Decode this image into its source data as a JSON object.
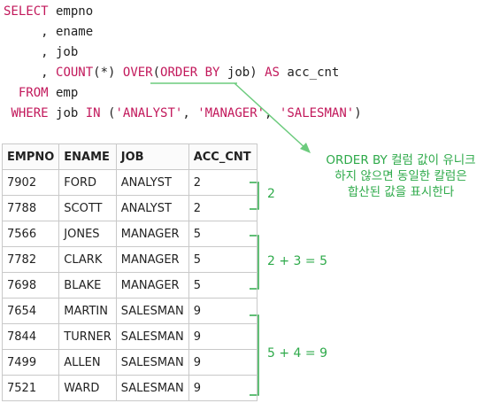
{
  "sql": {
    "line1": {
      "kw": "SELECT",
      "text": " empno"
    },
    "line2": {
      "text": "     , ename"
    },
    "line3": {
      "text": "     , job"
    },
    "line4": {
      "pre": "     , ",
      "fn": "COUNT",
      "args": "(*) ",
      "over": "OVER",
      "p1": "(",
      "orderby": "ORDER BY",
      "col": " job) ",
      "as": "AS",
      "alias": " acc_cnt"
    },
    "line5": {
      "pre": "  ",
      "kw": "FROM",
      "text": " emp"
    },
    "line6": {
      "pre": " ",
      "kw": "WHERE",
      "text": " job ",
      "in": "IN",
      "p1": " (",
      "s1": "'ANALYST'",
      "c1": ", ",
      "s2": "'MANAGER'",
      "c2": ", ",
      "s3": "'SALESMAN'",
      "p2": ")"
    }
  },
  "annotation": {
    "lines": [
      "ORDER BY 컬럼 값이 유니크",
      "하지 않으면 동일한 칼럼은",
      "합산된 값을 표시한다"
    ],
    "color": "#2eaa4a"
  },
  "table": {
    "headers": [
      "EMPNO",
      "ENAME",
      "JOB",
      "ACC_CNT"
    ],
    "rows": [
      [
        "7902",
        "FORD",
        "ANALYST",
        "2"
      ],
      [
        "7788",
        "SCOTT",
        "ANALYST",
        "2"
      ],
      [
        "7566",
        "JONES",
        "MANAGER",
        "5"
      ],
      [
        "7782",
        "CLARK",
        "MANAGER",
        "5"
      ],
      [
        "7698",
        "BLAKE",
        "MANAGER",
        "5"
      ],
      [
        "7654",
        "MARTIN",
        "SALESMAN",
        "9"
      ],
      [
        "7844",
        "TURNER",
        "SALESMAN",
        "9"
      ],
      [
        "7499",
        "ALLEN",
        "SALESMAN",
        "9"
      ],
      [
        "7521",
        "WARD",
        "SALESMAN",
        "9"
      ]
    ]
  },
  "groups": [
    {
      "label": "2"
    },
    {
      "label": "2 + 3 = 5"
    },
    {
      "label": "5 + 4 = 9"
    }
  ],
  "colors": {
    "keyword": "#c2185b",
    "annotation": "#2eaa4a"
  }
}
